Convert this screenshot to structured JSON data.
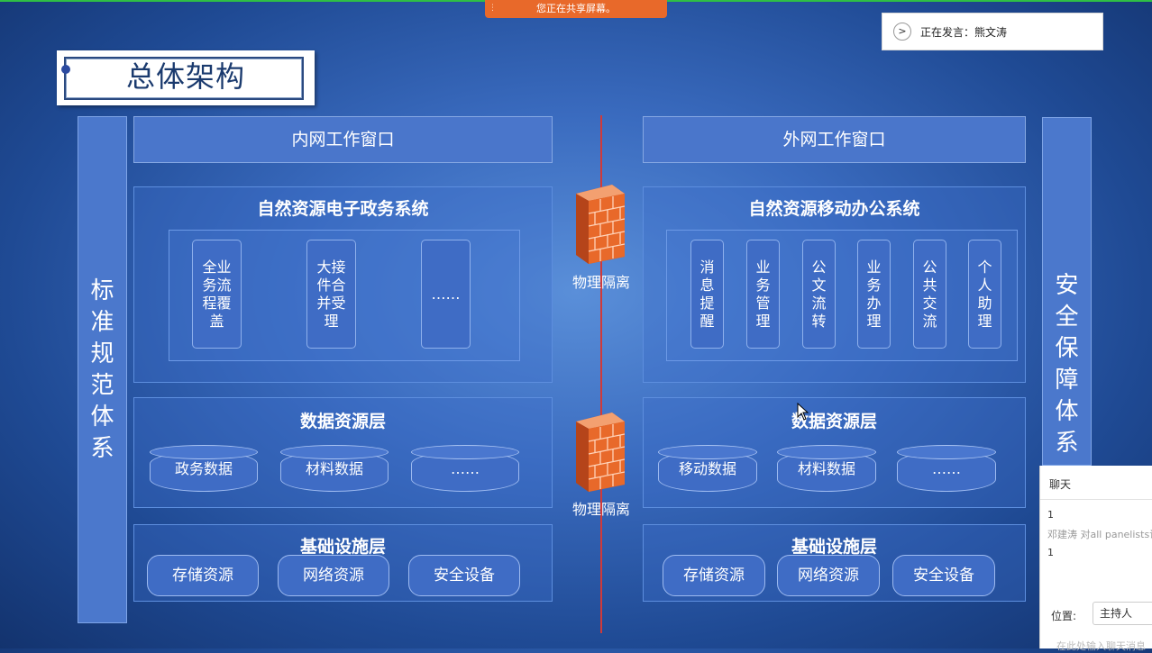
{
  "share_banner": {
    "text": "您正在共享屏幕。",
    "grip": "⋮"
  },
  "speaker": {
    "chevron": ">",
    "label": "正在发言：",
    "name": "熊文涛"
  },
  "slide": {
    "title": "总体架构",
    "left_bar": [
      "标",
      "准",
      "规",
      "范",
      "体",
      "系"
    ],
    "right_bar": [
      "安",
      "全",
      "保",
      "障",
      "体",
      "系"
    ],
    "inner": {
      "window_title": "内网工作窗口",
      "system_title": "自然资源电子政务系统",
      "modules": [
        [
          "全业",
          "务流",
          "程覆",
          "盖"
        ],
        [
          "大接",
          "件合",
          "并受",
          "理"
        ],
        [
          "……"
        ]
      ],
      "data_layer": {
        "title": "数据资源层",
        "items": [
          "政务数据",
          "材料数据",
          "……"
        ]
      },
      "infra_layer": {
        "title": "基础设施层",
        "items": [
          "存储资源",
          "网络资源",
          "安全设备"
        ]
      }
    },
    "outer": {
      "window_title": "外网工作窗口",
      "system_title": "自然资源移动办公系统",
      "modules": [
        [
          "消",
          "息",
          "提",
          "醒"
        ],
        [
          "业",
          "务",
          "管",
          "理"
        ],
        [
          "公",
          "文",
          "流",
          "转"
        ],
        [
          "业",
          "务",
          "办",
          "理"
        ],
        [
          "公",
          "共",
          "交",
          "流"
        ],
        [
          "个",
          "人",
          "助",
          "理"
        ]
      ],
      "data_layer": {
        "title": "数据资源层",
        "items": [
          "移动数据",
          "材料数据",
          "……"
        ]
      },
      "infra_layer": {
        "title": "基础设施层",
        "items": [
          "存储资源",
          "网络资源",
          "安全设备"
        ]
      }
    },
    "isolation_label_1": "物理隔离",
    "isolation_label_2": "物理隔离",
    "colors": {
      "background": "#3a6bbf",
      "box": "#3f6cc5",
      "divider": "#d03a3a",
      "firewall": "#e8692a"
    }
  },
  "chat": {
    "title": "聊天",
    "lines": [
      "1",
      "邓建涛 对all panelists说",
      "1"
    ],
    "position_label": "位置:",
    "position_value": "主持人",
    "input_placeholder": "在此处输入聊天消息"
  }
}
